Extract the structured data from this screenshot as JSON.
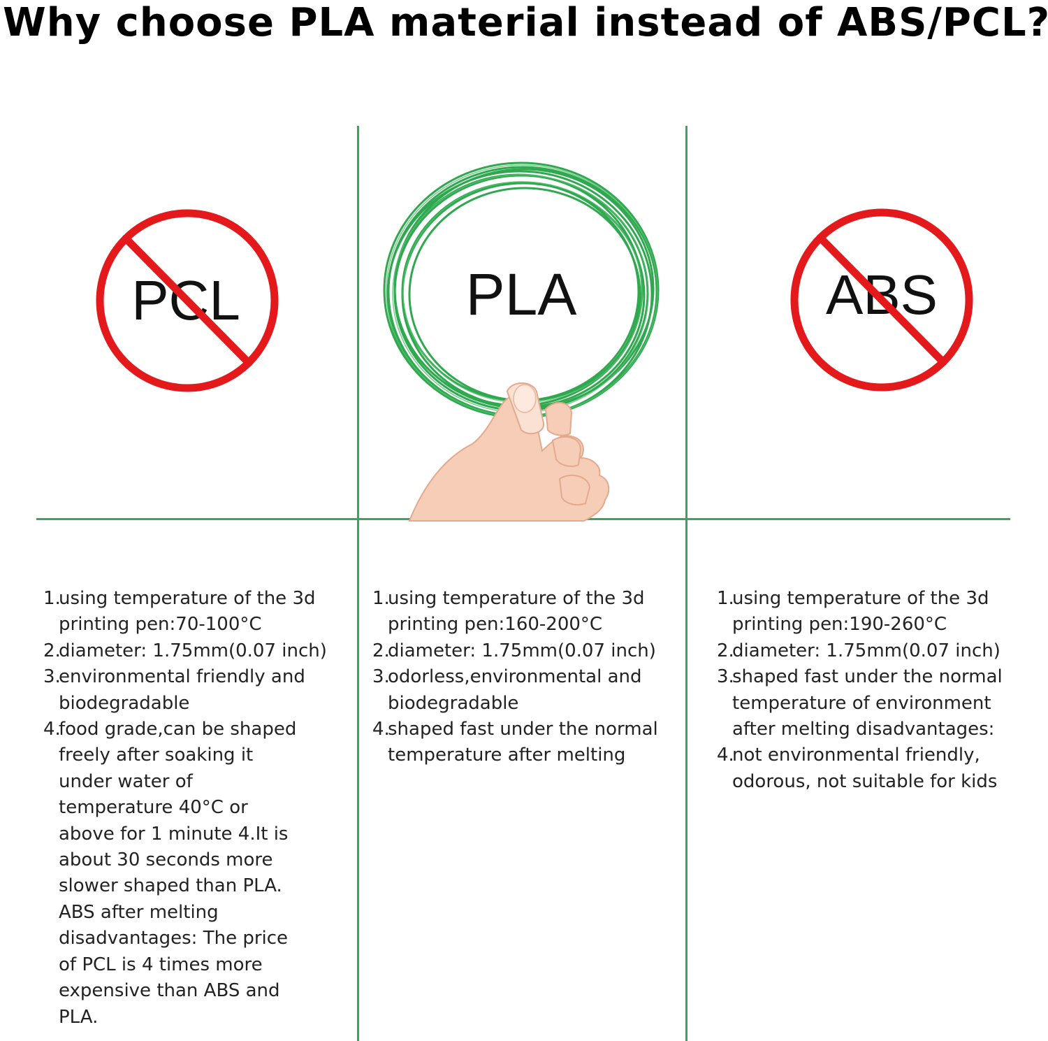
{
  "title": "Why choose PLA material instead of ABS/PCL?",
  "colors": {
    "accent_green": "#3aa65a",
    "filament_green": "#2fa84f",
    "prohibit_red": "#e3191c",
    "text": "#222222"
  },
  "columns": [
    {
      "material": "PCL",
      "status": "prohibited",
      "icon": "prohibited-sign-icon",
      "items": [
        {
          "num": "1.",
          "text": "using temperature of the 3d printing pen:70-100°C"
        },
        {
          "num": "2.",
          "text": "diameter: 1.75mm(0.07 inch)"
        },
        {
          "num": "3.",
          "text": "environmental friendly and biodegradable"
        },
        {
          "num": "4.",
          "text": "food grade,can be shaped freely after soaking it under water of temperature 40°C or above for 1 minute 4.It is about 30 seconds more slower shaped than PLA. ABS after melting disadvantages: The price of PCL is 4 times more expensive than ABS and PLA."
        }
      ]
    },
    {
      "material": "PLA",
      "status": "recommended",
      "icon": "filament-coil-in-hand-icon",
      "items": [
        {
          "num": "1.",
          "text": "using temperature of the 3d printing pen:160-200°C"
        },
        {
          "num": "2.",
          "text": "diameter: 1.75mm(0.07 inch)"
        },
        {
          "num": "3.",
          "text": "odorless,environmental and biodegradable"
        },
        {
          "num": "4.",
          "text": "shaped fast under the normal temperature after melting"
        }
      ]
    },
    {
      "material": "ABS",
      "status": "prohibited",
      "icon": "prohibited-sign-icon",
      "items": [
        {
          "num": "1.",
          "text": "using temperature of the 3d printing pen:190-260°C"
        },
        {
          "num": "2.",
          "text": "diameter: 1.75mm(0.07 inch)"
        },
        {
          "num": "3.",
          "text": "shaped fast under the normal temperature of environment after melting disadvantages:"
        },
        {
          "num": "4.",
          "text": "not environmental friendly, odorous, not suitable for kids"
        }
      ]
    }
  ]
}
